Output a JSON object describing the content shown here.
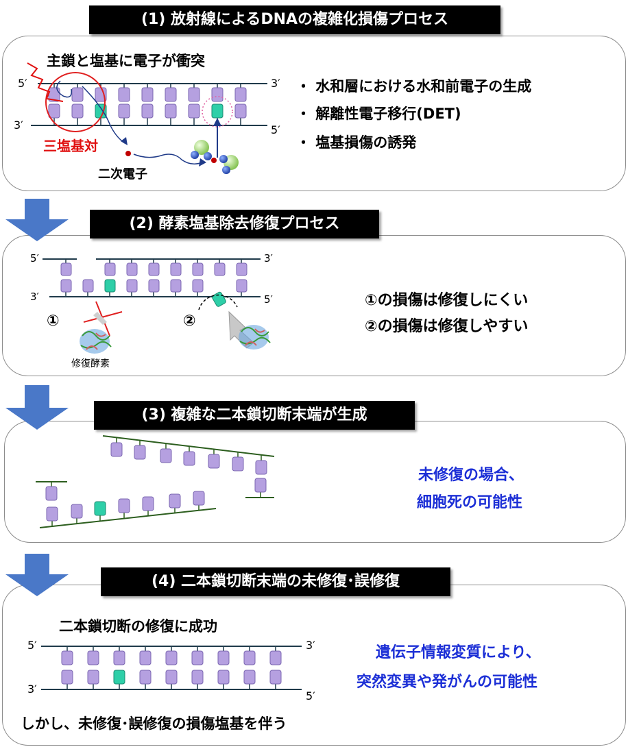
{
  "colors": {
    "strand": "#1f3a4a",
    "strand_green": "#2c5e1e",
    "base_purple": "#b5a0e0",
    "base_damaged": "#2ecfa8",
    "arrow_blue": "#4a78c8",
    "accent_red": "#e01010",
    "text_blue": "#1c2fd6"
  },
  "step1": {
    "title": "(1) 放射線によるDNAの複雑化損傷プロセス",
    "collision_label": "主鎖と塩基に電子が衝突",
    "triple_base_label": "三塩基対",
    "secondary_electron_label": "二次電子",
    "end_5_top": "5′",
    "end_3_top": "3′",
    "end_3_bottom": "3′",
    "end_5_bottom": "5′",
    "bullets": [
      "・ 水和層における水和前電子の生成",
      "・ 解離性電子移行(DET)",
      "・ 塩基損傷の誘発"
    ]
  },
  "step2": {
    "title": "(2) 酵素塩基除去修復プロセス",
    "end_5_top": "5′",
    "end_3_top": "3′",
    "end_3_bottom": "3′",
    "end_5_bottom": "5′",
    "marker_1": "①",
    "marker_2": "②",
    "enzyme_label": "修復酵素",
    "line_1": "①の損傷は修復しにくい",
    "line_2": "②の損傷は修復しやすい"
  },
  "step3": {
    "title": "(3) 複雑な二本鎖切断末端が生成",
    "line_1": "未修復の場合、",
    "line_2": "細胞死の可能性"
  },
  "step4": {
    "title": "(4) 二本鎖切断末端の未修復･誤修復",
    "success_label": "二本鎖切断の修復に成功",
    "end_5_top": "5′",
    "end_3_top": "3′",
    "end_3_bottom": "3′",
    "end_5_bottom": "5′",
    "caveat": "しかし、未修復･誤修復の損傷塩基を伴う",
    "line_1": "遺伝子情報変質により、",
    "line_2": "突然変異や発がんの可能性"
  }
}
